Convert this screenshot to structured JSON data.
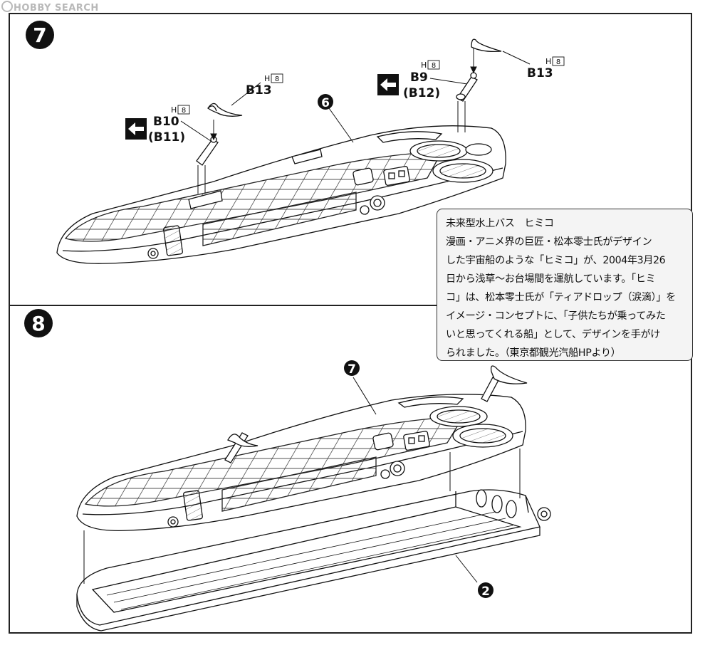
{
  "watermark": {
    "text": "HOBBY SEARCH"
  },
  "steps": [
    {
      "number": "7"
    },
    {
      "number": "8"
    }
  ],
  "callouts": {
    "b13_left": "B13",
    "b10": "B10",
    "b11": "(B11)",
    "b9": "B9",
    "b12": "(B12)",
    "b13_right": "B13",
    "part6": "6",
    "part7": "7",
    "part2": "2",
    "h_letter": "H",
    "h_number": "8"
  },
  "info_box": {
    "lines": [
      "未来型水上バス　ヒミコ",
      "漫画・アニメ界の巨匠・松本零士氏がデザイン",
      "した宇宙船のような「ヒミコ」が、2004年3月26",
      "日から浅草〜お台場間を運航しています。「ヒミ",
      "コ」は、松本零士氏が「ティアドロップ（涙滴）」を",
      "イメージ・コンセプトに、「子供たちが乗ってみた",
      "いと思ってくれる船」として、デザインを手がけ",
      "られました。（東京都観光汽船HPより）"
    ]
  }
}
